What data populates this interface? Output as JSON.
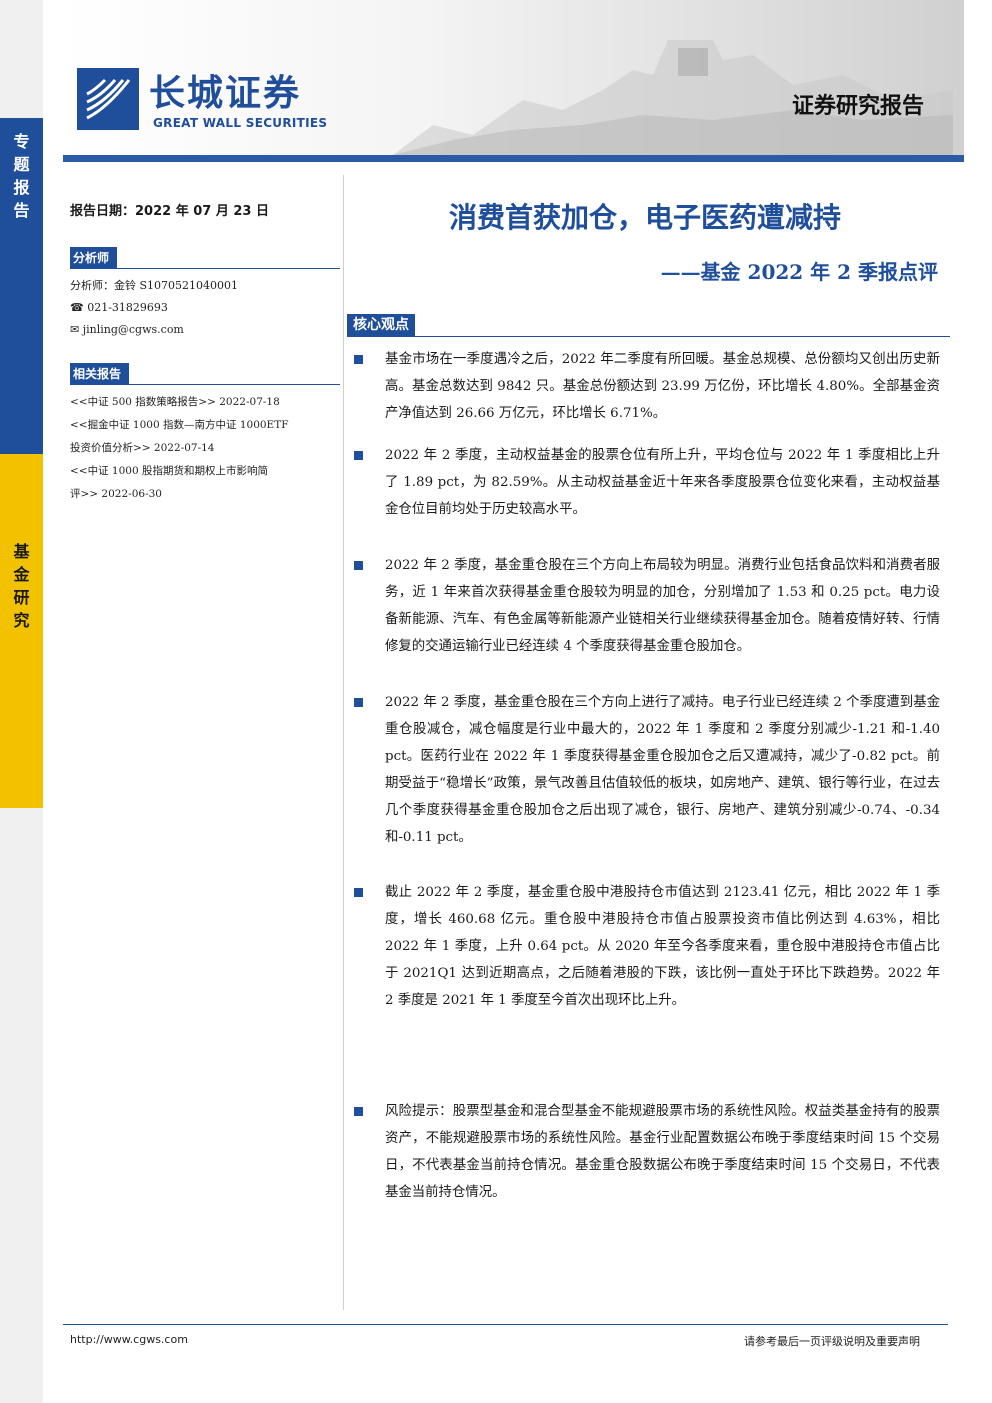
{
  "side": {
    "top_label": "专题报告",
    "mid_label": "基金研究"
  },
  "header": {
    "brand_cn": "长城证券",
    "brand_en": "GREAT WALL SECURITIES",
    "report_type": "证券研究报告"
  },
  "left": {
    "report_date": "报告日期：2022 年 07 月 23 日",
    "analyst_heading": "分析师",
    "analyst_name": "分析师：金铃  S1070521040001",
    "phone": "021-31829693",
    "email": "jinling@cgws.com",
    "related_heading": "相关报告",
    "related": [
      "<<中证 500 指数策略报告>> 2022-07-18",
      "<<掘金中证 1000 指数—南方中证 1000ETF",
      "投资价值分析>> 2022-07-14",
      "<<中证 1000 股指期货和期权上市影响简",
      "评>> 2022-06-30"
    ]
  },
  "main": {
    "title": "消费首获加仓，电子医药遭减持",
    "subtitle": "——基金 2022 年 2 季报点评",
    "core_heading": "核心观点",
    "bullets": [
      "基金市场在一季度遇冷之后，2022 年二季度有所回暖。基金总规模、总份额均又创出历史新高。基金总数达到 9842 只。基金总份额达到 23.99 万亿份，环比增长 4.80%。全部基金资产净值达到 26.66 万亿元，环比增长 6.71%。",
      "2022 年 2 季度，主动权益基金的股票仓位有所上升，平均仓位与 2022 年 1 季度相比上升了 1.89 pct，为 82.59%。从主动权益基金近十年来各季度股票仓位变化来看，主动权益基金仓位目前均处于历史较高水平。",
      "2022 年 2 季度，基金重仓股在三个方向上布局较为明显。消费行业包括食品饮料和消费者服务，近 1 年来首次获得基金重仓股较为明显的加仓，分别增加了 1.53 和 0.25 pct。电力设备新能源、汽车、有色金属等新能源产业链相关行业继续获得基金加仓。随着疫情好转、行情修复的交通运输行业已经连续 4 个季度获得基金重仓股加仓。",
      "2022 年 2 季度，基金重仓股在三个方向上进行了减持。电子行业已经连续 2 个季度遭到基金重仓股减仓，减仓幅度是行业中最大的，2022 年 1 季度和 2 季度分别减少-1.21 和-1.40 pct。医药行业在 2022 年 1 季度获得基金重仓股加仓之后又遭减持，减少了-0.82 pct。前期受益于“稳增长”政策，景气改善且估值较低的板块，如房地产、建筑、银行等行业，在过去几个季度获得基金重仓股加仓之后出现了减仓，银行、房地产、建筑分别减少-0.74、-0.34 和-0.11 pct。",
      "截止 2022 年 2 季度，基金重仓股中港股持仓市值达到 2123.41 亿元，相比 2022 年 1 季度，增长 460.68 亿元。重仓股中港股持仓市值占股票投资市值比例达到 4.63%，相比 2022 年 1 季度，上升 0.64 pct。从 2020 年至今各季度来看，重仓股中港股持仓市值占比于 2021Q1 达到近期高点，之后随着港股的下跌，该比例一直处于环比下跌趋势。2022 年 2 季度是 2021 年 1 季度至今首次出现环比上升。",
      "风险提示：股票型基金和混合型基金不能规避股票市场的系统性风险。权益类基金持有的股票资产，不能规避股票市场的系统性风险。基金行业配置数据公布晚于季度结束时间 15 个交易日，不代表基金当前持仓情况。基金重仓股数据公布晚于季度结束时间 15 个交易日，不代表基金当前持仓情况。"
    ]
  },
  "footer": {
    "url": "http://www.cgws.com",
    "note": "请参考最后一页评级说明及重要声明"
  },
  "colors": {
    "brand_blue": "#1f4e9a",
    "accent_yellow": "#f2c200"
  },
  "icons": [
    "logo-mark-icon",
    "phone-icon",
    "mail-icon",
    "bullet-square-icon"
  ]
}
